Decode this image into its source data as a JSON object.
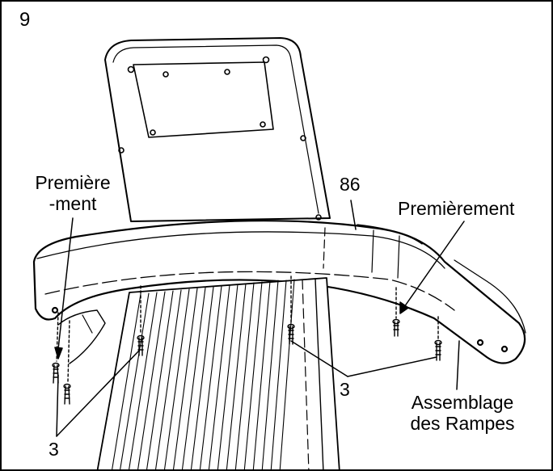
{
  "step_number": "9",
  "labels": {
    "premiere_left_line1": "Première",
    "premiere_left_line2": "-ment",
    "part_86": "86",
    "premierement_right": "Premièrement",
    "screw_3_left": "3",
    "screw_3_right": "3",
    "assembly_line1": "Assemblage",
    "assembly_line2": "des Rampes"
  }
}
